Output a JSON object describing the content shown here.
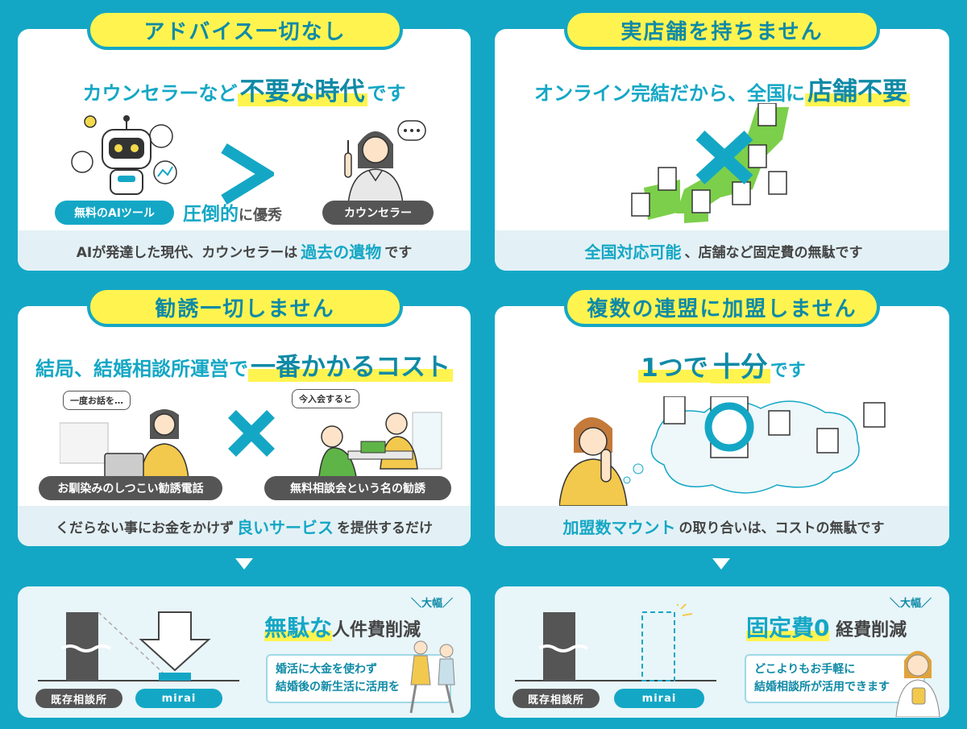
{
  "colors": {
    "teal": "#14a7c5",
    "yellow": "#fff44f",
    "green": "#7ccf4a",
    "grey": "#555555"
  },
  "cards": {
    "advice": {
      "title": "アドバイス一切なし",
      "headline_pre": "カウンセラーなど",
      "headline_big": "不要な時代",
      "headline_post": "です",
      "ai_tag": "無料のAIツール",
      "counselor_tag": "カウンセラー",
      "compare_strong": "圧倒的",
      "compare_rest": "に優秀",
      "band_pre": "AIが発達した現代、カウンセラーは",
      "band_hl": "過去の遺物",
      "band_post": "です"
    },
    "store": {
      "title": "実店舗を持ちません",
      "headline_pre": "オンライン完結だから、全国に",
      "headline_big": "店舗不要",
      "band_hl": "全国対応可能",
      "band_post": "、店舗など固定費の無駄です"
    },
    "solicit": {
      "title": "勧誘一切しません",
      "headline_pre": "結局、結婚相談所運営で",
      "headline_big": "一番かかるコスト",
      "bubble_left": "一度お話を…",
      "bubble_right": "今入会すると",
      "tag_left": "お馴染みのしつこい勧誘電話",
      "tag_right": "無料相談会という名の勧誘",
      "band_pre": "くだらない事にお金をかけず",
      "band_hl": "良いサービス",
      "band_post": "を提供するだけ"
    },
    "union": {
      "title": "複数の連盟に加盟しません",
      "headline_big_a": "1つで",
      "headline_big_b": "十分",
      "headline_post": "です",
      "band_hl": "加盟数マウント",
      "band_post": "の取り合いは、コストの無駄です"
    }
  },
  "bottom": {
    "left": {
      "title_teal": "無駄な",
      "title_rest": "人件費削減",
      "ohaba": "＼大幅／",
      "bubble_line1": "婚活に大金を使わず",
      "bubble_line2": "結婚後の新生活に活用を",
      "label_existing": "既存相談所",
      "label_mirai": "mirai"
    },
    "right": {
      "title_teal": "固定費0",
      "title_rest": "経費削減",
      "ohaba": "＼大幅／",
      "bubble_line1": "どこよりもお手軽に",
      "bubble_line2": "結婚相談所が活用できます",
      "label_existing": "既存相談所",
      "label_mirai": "mirai"
    }
  }
}
